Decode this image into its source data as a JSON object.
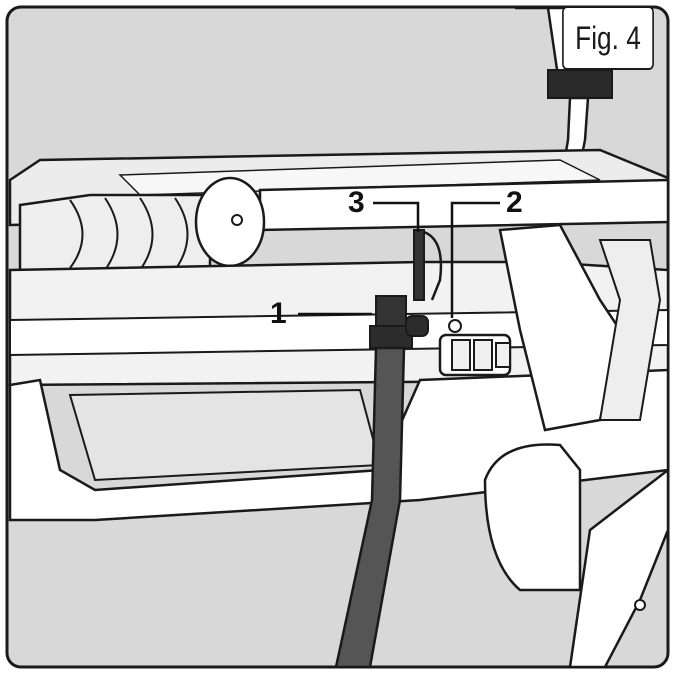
{
  "figure": {
    "label": "Fig. 4"
  },
  "callouts": [
    {
      "id": "1",
      "text": "1"
    },
    {
      "id": "2",
      "text": "2"
    },
    {
      "id": "3",
      "text": "3"
    }
  ],
  "colors": {
    "background": "#d8d8d8",
    "part_light": "#ffffff",
    "part_shade": "#e8e8e8",
    "hose": "#555555",
    "outline": "#1a1a1a"
  }
}
